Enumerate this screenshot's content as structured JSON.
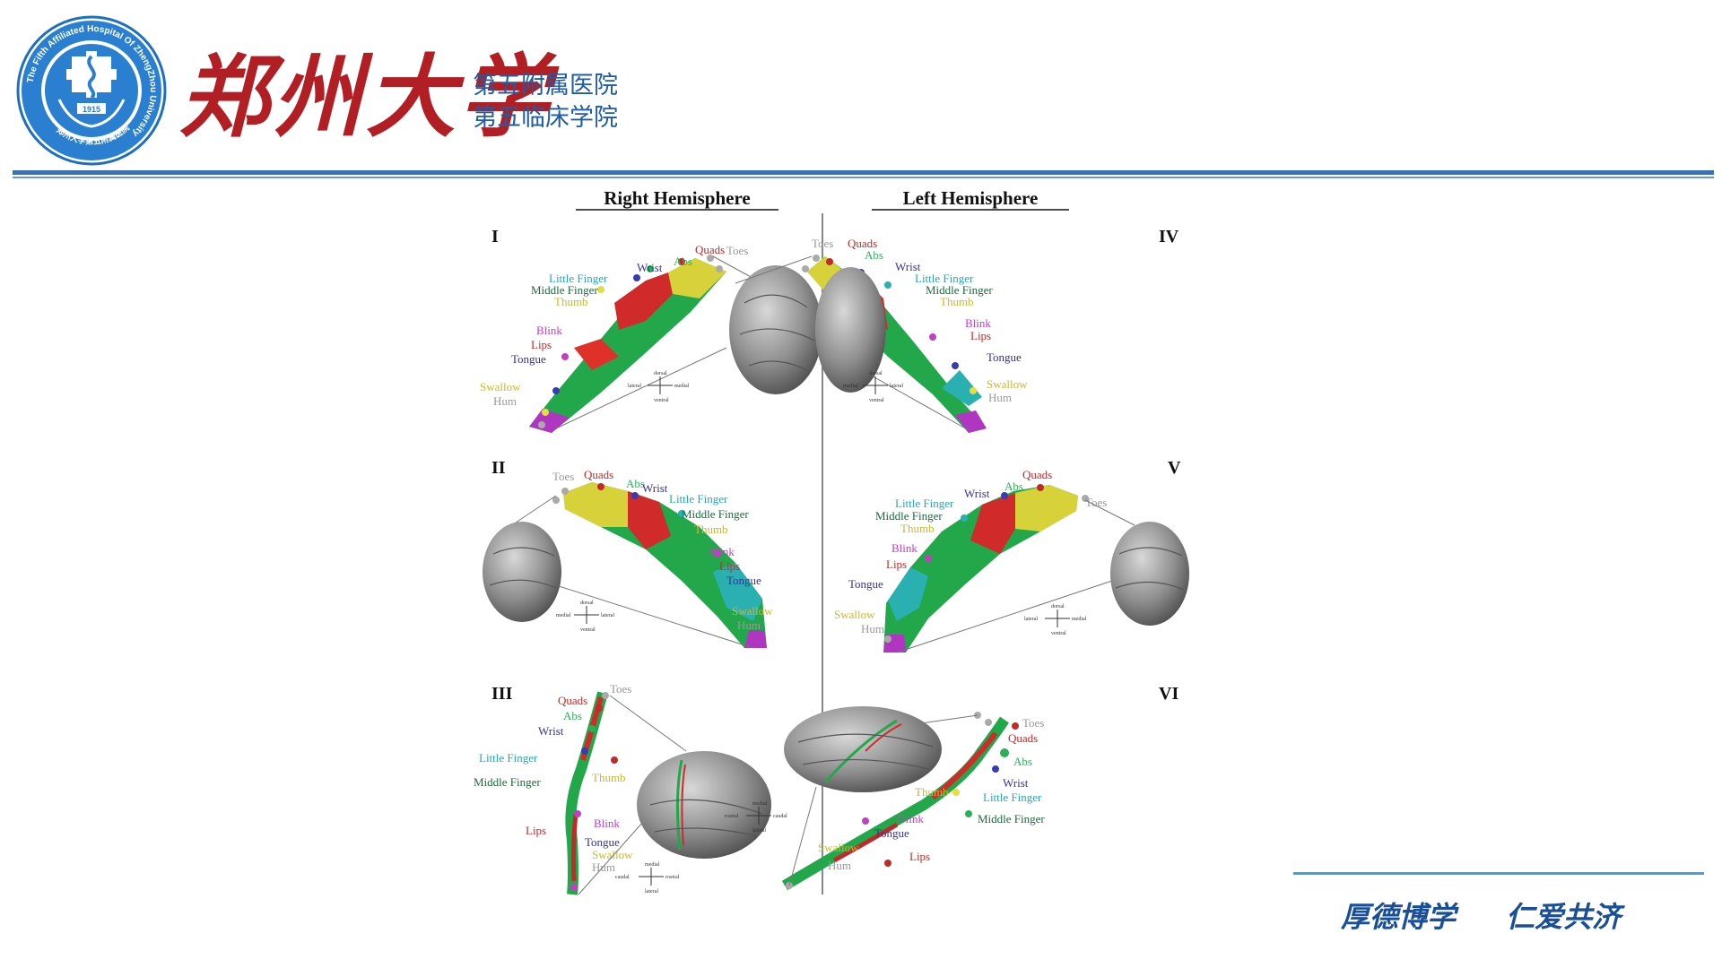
{
  "header": {
    "logo_ring_text": "The Fifth Affiliated Hospital Of ZhengZhou University",
    "logo_year": "1915",
    "logo_bottom_text": "郑州大学第五附属医院",
    "university_name": "郑州大学",
    "subtitle_line1": "第五附属医院",
    "subtitle_line2": "第五临床学院"
  },
  "figure": {
    "right_title": "Right Hemisphere",
    "left_title": "Left Hemisphere",
    "panels": [
      "I",
      "II",
      "III",
      "IV",
      "V",
      "VI"
    ],
    "labels": {
      "toes": "Toes",
      "quads": "Quads",
      "abs": "Abs",
      "wrist": "Wrist",
      "little_finger": "Little Finger",
      "middle_finger": "Middle Finger",
      "thumb": "Thumb",
      "blink": "Blink",
      "lips": "Lips",
      "tongue": "Tongue",
      "swallow": "Swallow",
      "hum": "Hum"
    },
    "orientation": {
      "dorsal": "dorsal",
      "ventral": "ventral",
      "lateral": "lateral",
      "medial": "medial",
      "rostral": "rostral",
      "caudal": "caudal"
    }
  },
  "footer": {
    "motto1": "厚德博学",
    "motto2": "仁爱共济"
  },
  "colors": {
    "brand_blue": "#1f5ca8",
    "brand_red": "#b11e23",
    "rule": "#3e6fb3",
    "motto_line": "#3da3d8"
  }
}
